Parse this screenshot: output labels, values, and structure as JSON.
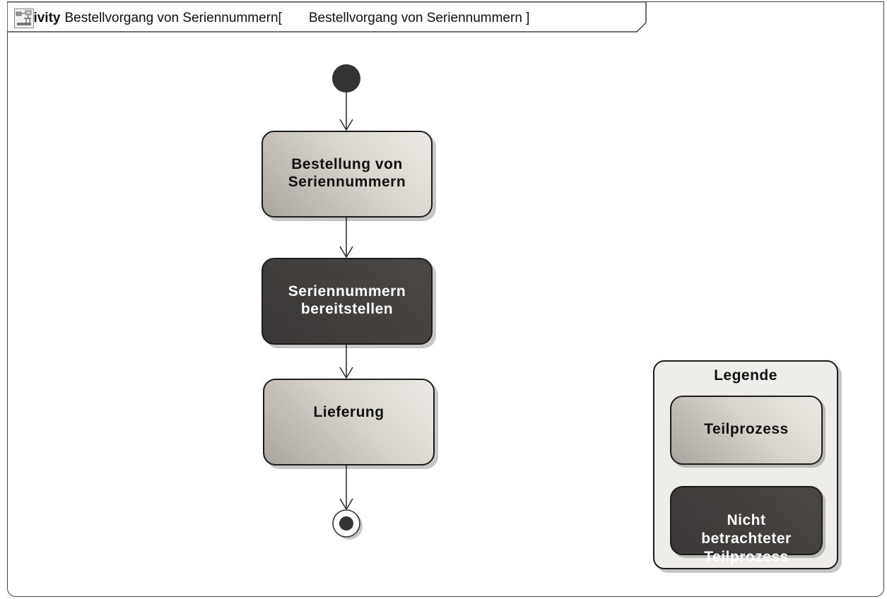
{
  "frame": {
    "keyword": "activity",
    "name": "Bestellvorgang von Seriennummern[",
    "diagram_ref": "Bestellvorgang von Seriennummern ]",
    "icon": "activity-diagram-icon"
  },
  "nodes": {
    "bestellung": "Bestellung von\nSeriennummern",
    "bereitstellen": "Seriennummern\nbereitstellen",
    "lieferung": "Lieferung"
  },
  "legend": {
    "title": "Legende",
    "teilprozess": "Teilprozess",
    "nicht_betrachtet": "Nicht\nbetrachteter\nTeilprozess"
  },
  "colors": {
    "light_node_start": "#a9a49e",
    "light_node_end": "#ece9e4",
    "dark_node": "#403e3b",
    "line": "#333333"
  }
}
